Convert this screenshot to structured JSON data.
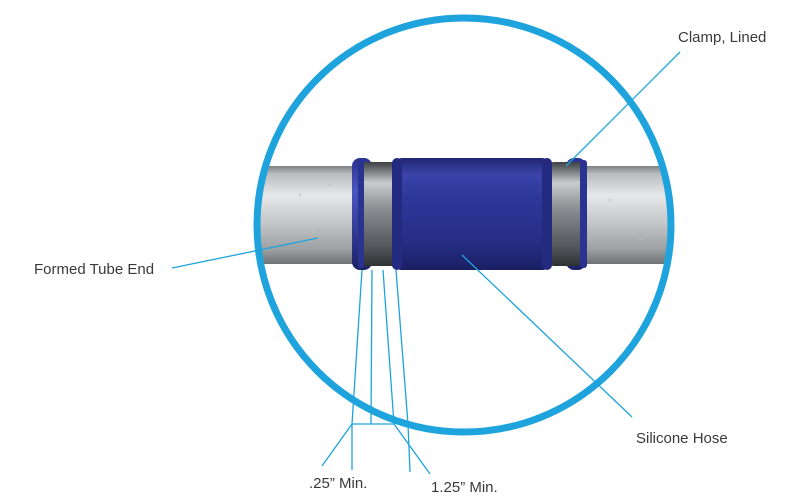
{
  "labels": {
    "formed_tube_end": "Formed Tube End",
    "clamp_lined": "Clamp, Lined",
    "silicone_hose": "Silicone Hose",
    "min_025": ".25” Min.",
    "min_125": "1.25” Min."
  },
  "colors": {
    "circle_border": "#1ea3dd",
    "leader_line": "#1ea3dd",
    "hose": "#2a3495",
    "hose_highlight": "#4650b8",
    "tube": "#c9cdd0",
    "clamp": "#5b5e63",
    "text": "#3a3a3a"
  }
}
